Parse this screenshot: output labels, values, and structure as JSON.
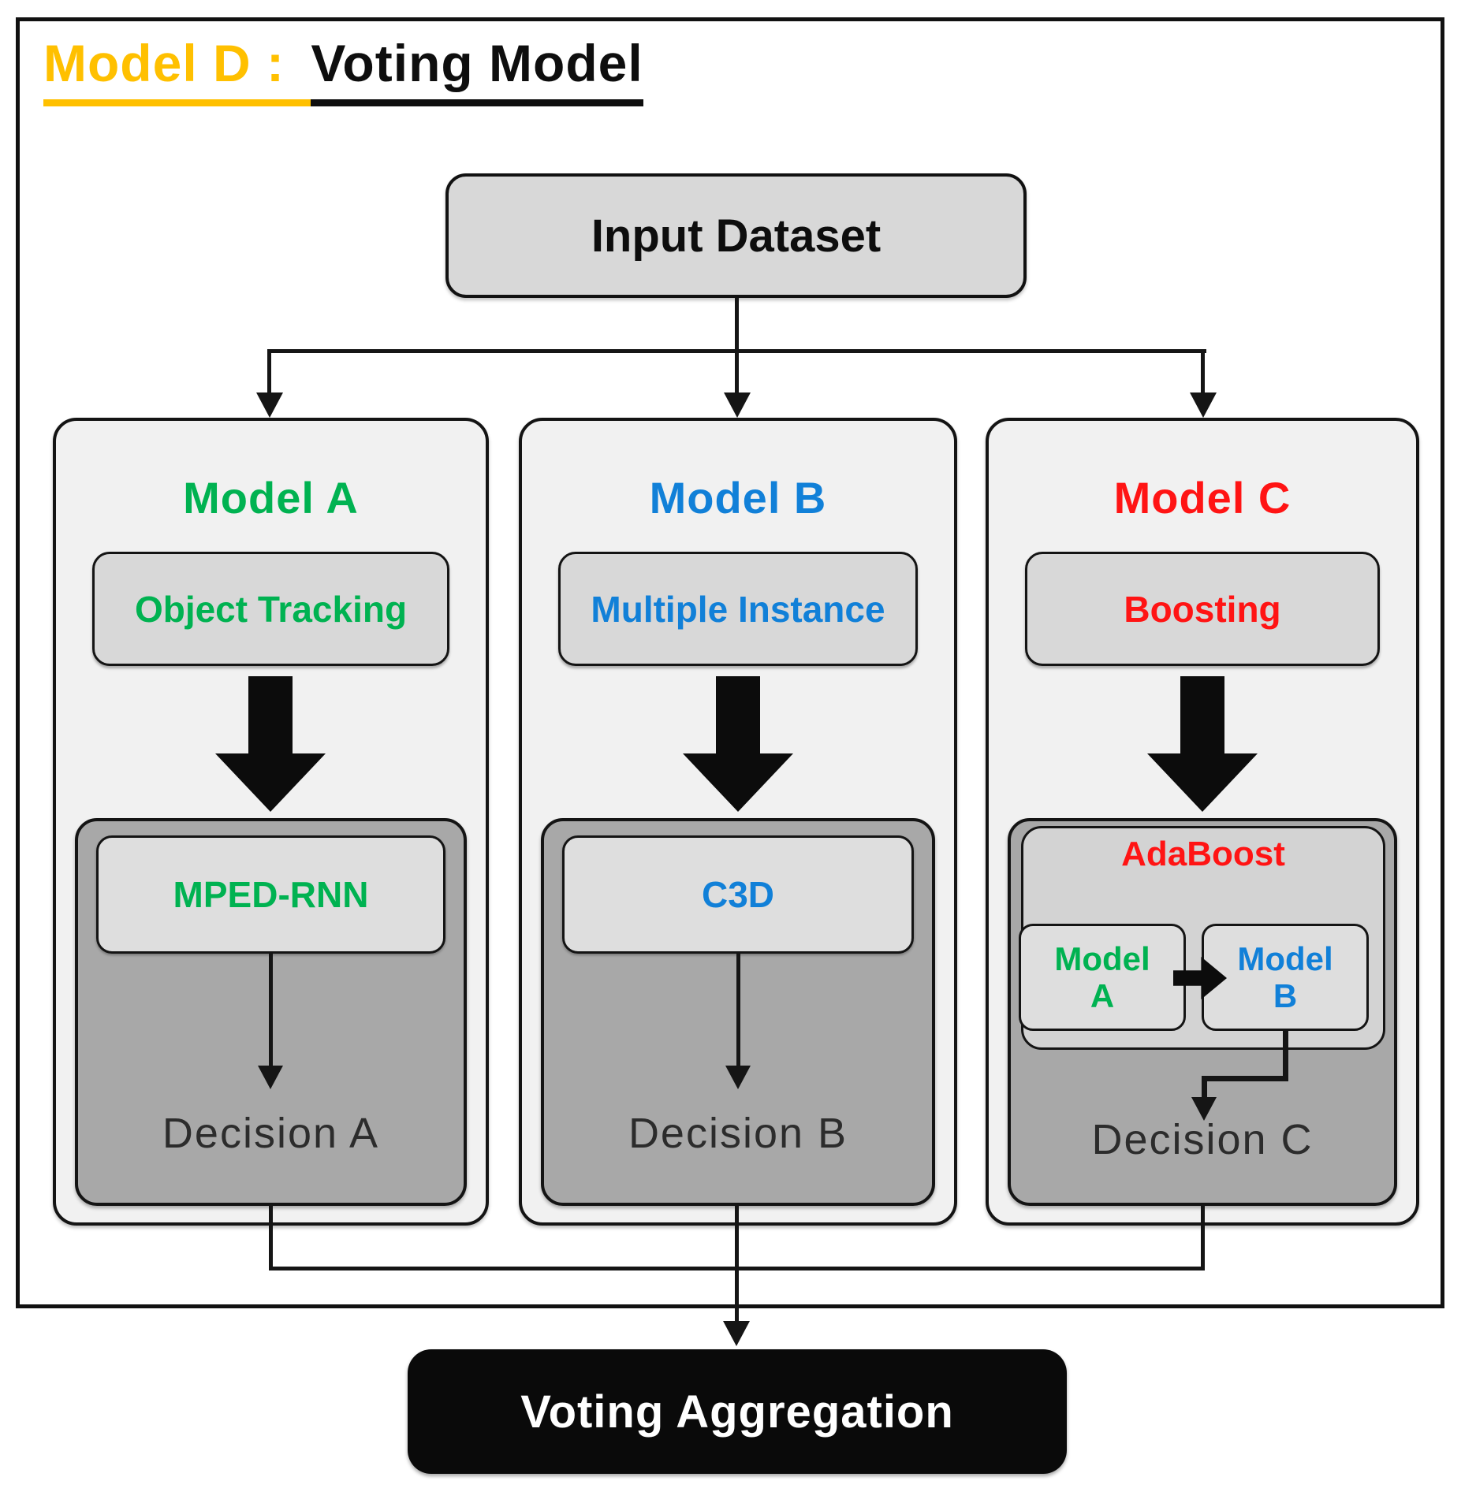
{
  "title": {
    "lead": "Model D : ",
    "rest": "Voting Model"
  },
  "input_label": "Input Dataset",
  "models": {
    "a": {
      "title": "Model A",
      "method": "Object Tracking",
      "core": "MPED-RNN",
      "decision": "Decision A"
    },
    "b": {
      "title": "Model B",
      "method": "Multiple Instance",
      "core": "C3D",
      "decision": "Decision B"
    },
    "c": {
      "title": "Model C",
      "method": "Boosting",
      "ensemble": "AdaBoost",
      "sub_a": "Model\nA",
      "sub_b": "Model\nB",
      "decision": "Decision C"
    }
  },
  "output_label": "Voting Aggregation",
  "colors": {
    "accent_yellow": "#FFC000",
    "model_a_green": "#00B251",
    "model_b_blue": "#1180D8",
    "model_c_red": "#FF1414",
    "gray_panel": "#F1F1F1",
    "gray_mid": "#D8D8D8",
    "gray_dark": "#A8A8A8",
    "gray_light": "#DEDEDE",
    "output_bg": "#0A0A0A"
  }
}
